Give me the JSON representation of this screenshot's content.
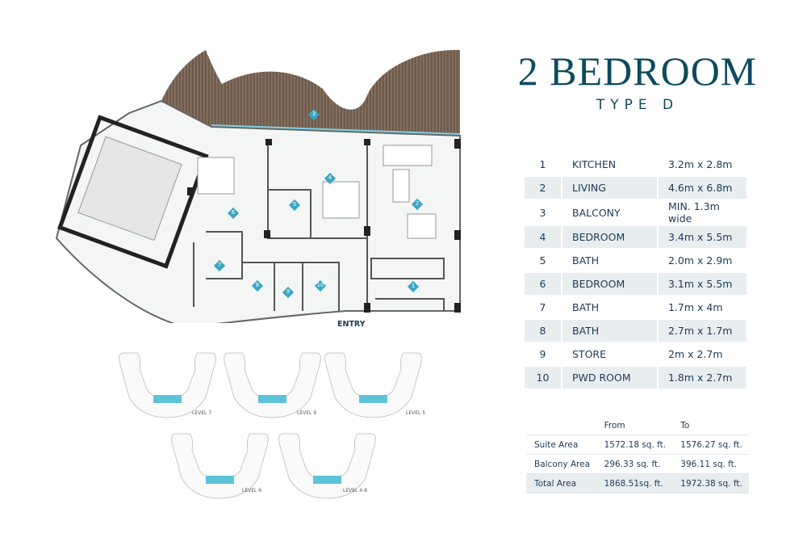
{
  "header": {
    "title": "2 BEDROOM",
    "subtitle": "TYPE D"
  },
  "rooms": [
    {
      "num": "1",
      "name": "KITCHEN",
      "dim": "3.2m x 2.8m"
    },
    {
      "num": "2",
      "name": "LIVING",
      "dim": "4.6m x 6.8m"
    },
    {
      "num": "3",
      "name": "BALCONY",
      "dim": "MIN. 1.3m wide"
    },
    {
      "num": "4",
      "name": "BEDROOM",
      "dim": "3.4m x 5.5m"
    },
    {
      "num": "5",
      "name": "BATH",
      "dim": "2.0m x 2.9m"
    },
    {
      "num": "6",
      "name": "BEDROOM",
      "dim": "3.1m x 5.5m"
    },
    {
      "num": "7",
      "name": "BATH",
      "dim": "1.7m x 4m"
    },
    {
      "num": "8",
      "name": "BATH",
      "dim": "2.7m x 1.7m"
    },
    {
      "num": "9",
      "name": "STORE",
      "dim": "2m x 2.7m"
    },
    {
      "num": "10",
      "name": "PWD ROOM",
      "dim": "1.8m x 2.7m"
    }
  ],
  "areas": {
    "headers": [
      "",
      "From",
      "To"
    ],
    "rows": [
      {
        "label": "Suite Area",
        "from": "1572.18 sq. ft.",
        "to": "1576.27 sq. ft."
      },
      {
        "label": "Balcony Area",
        "from": "296.33 sq. ft.",
        "to": "396.11 sq. ft."
      },
      {
        "label": "Total Area",
        "from": "1868.51sq. ft.",
        "to": "1972.38 sq. ft."
      }
    ]
  },
  "plan": {
    "entry_label": "ENTRY",
    "marker_color": "#3aa6c4"
  },
  "levels": [
    "LEVEL 7",
    "LEVEL 9",
    "LEVEL 5",
    "LEVEL 6",
    "LEVEL 4-8"
  ]
}
